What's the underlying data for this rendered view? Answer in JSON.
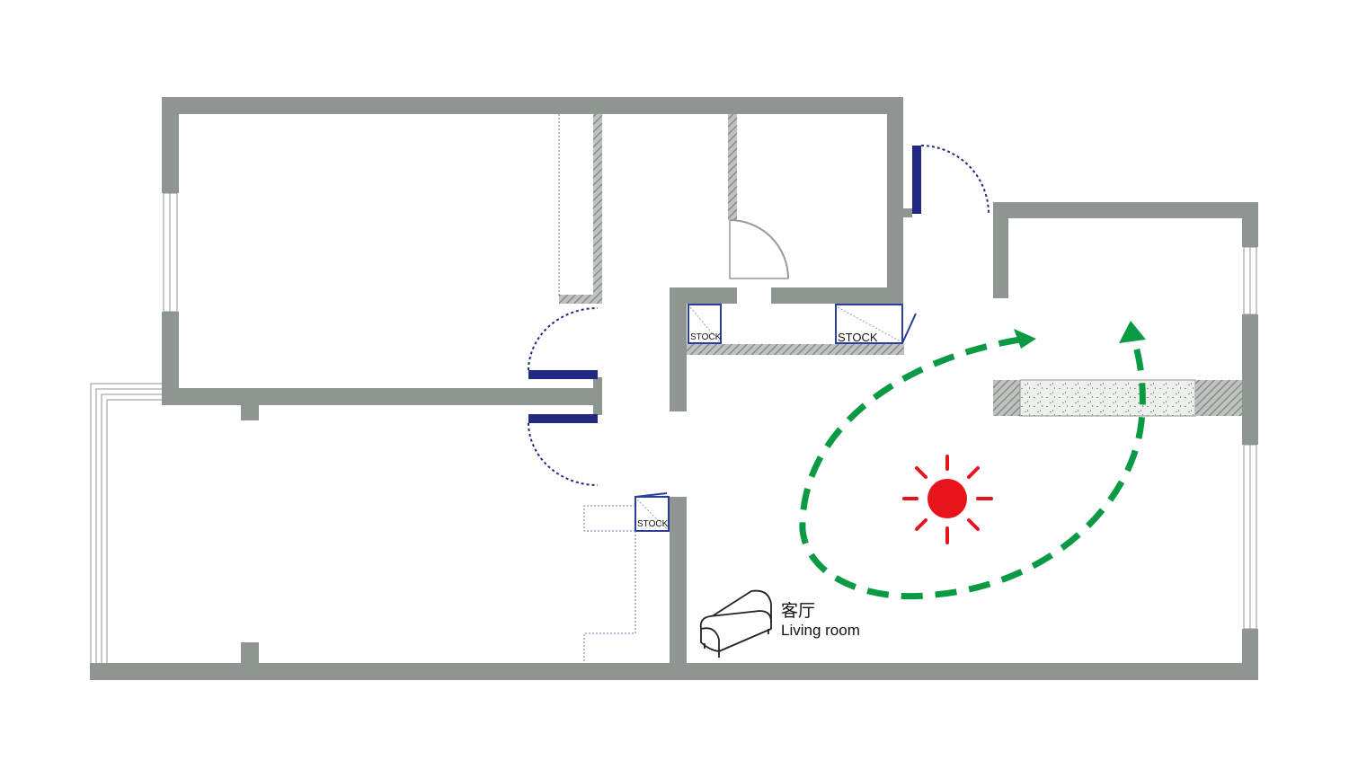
{
  "room_label": {
    "zh": "客厅",
    "en": "Living room"
  },
  "storage_labels": [
    "STOCK",
    "STOCK",
    "STOCK"
  ],
  "icons": {
    "sun": "sun-icon",
    "sofa": "sofa-icon",
    "airflow": "airflow-arrows"
  },
  "colors": {
    "wall": "#8f9591",
    "door": "#1f2a80",
    "airflow": "#0a9a43",
    "sun": "#e8141c"
  }
}
